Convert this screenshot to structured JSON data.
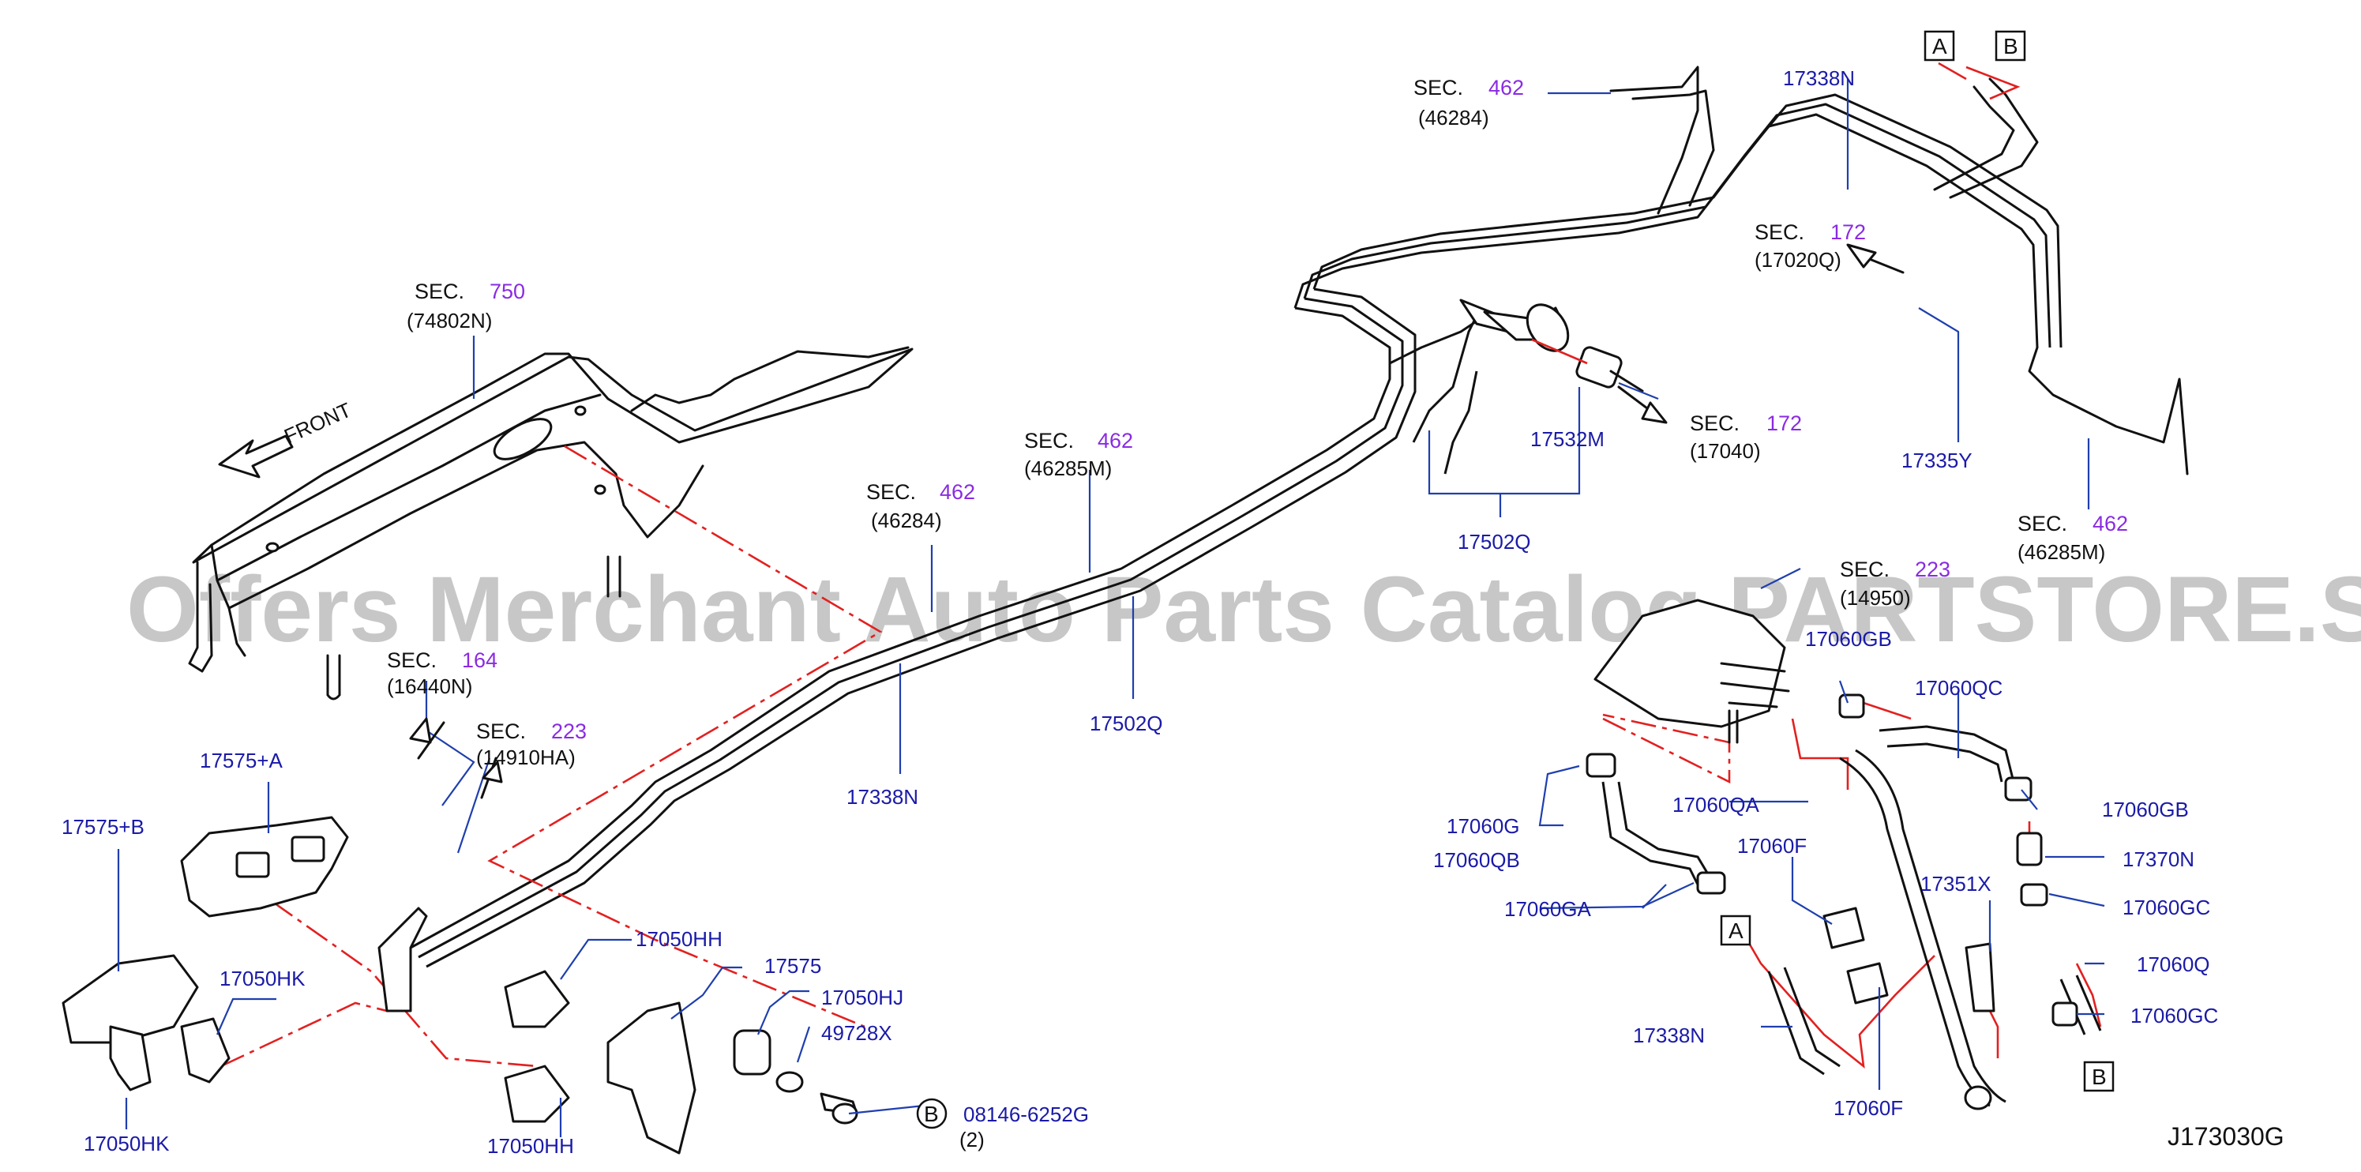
{
  "diagram": {
    "code": "J173030G",
    "watermark": "Offers Merchant Auto Parts Catalog PARTSTORE.SA",
    "front_label": "FRONT",
    "markers": {
      "a": "A",
      "b": "B"
    },
    "bolt_marker": "B",
    "bolt_qty": "(2)",
    "sec_refs": [
      {
        "id": "sec-750",
        "prefix": "SEC.",
        "num": "750",
        "part": "(74802N)"
      },
      {
        "id": "sec-164",
        "prefix": "SEC.",
        "num": "164",
        "part": "(16440N)"
      },
      {
        "id": "sec-223-a",
        "prefix": "SEC.",
        "num": "223",
        "part": "(14910HA)"
      },
      {
        "id": "sec-462-a",
        "prefix": "SEC.",
        "num": "462",
        "part": "(46284)"
      },
      {
        "id": "sec-462-b",
        "prefix": "SEC.",
        "num": "462",
        "part": "(46285M)"
      },
      {
        "id": "sec-462-c",
        "prefix": "SEC.",
        "num": "462",
        "part": "(46284)"
      },
      {
        "id": "sec-172-a",
        "prefix": "SEC.",
        "num": "172",
        "part": "(17020Q)"
      },
      {
        "id": "sec-172-b",
        "prefix": "SEC.",
        "num": "172",
        "part": "(17040)"
      },
      {
        "id": "sec-462-d",
        "prefix": "SEC.",
        "num": "462",
        "part": "(46285M)"
      },
      {
        "id": "sec-223-b",
        "prefix": "SEC.",
        "num": "223",
        "part": "(14950)"
      }
    ],
    "labels": [
      "17575+A",
      "17575+B",
      "17050HK",
      "17050HK",
      "17050HH",
      "17050HH",
      "17575",
      "17050HJ",
      "49728X",
      "08146-6252G",
      "17338N",
      "17502Q",
      "17502Q",
      "17532M",
      "17338N",
      "17335Y",
      "17060GB",
      "17060QC",
      "17060GB",
      "17370N",
      "17060GC",
      "17060Q",
      "17060GC",
      "17060G",
      "17060QB",
      "17060GA",
      "17060QA",
      "17060F",
      "17351X",
      "17338N",
      "17060F"
    ]
  }
}
